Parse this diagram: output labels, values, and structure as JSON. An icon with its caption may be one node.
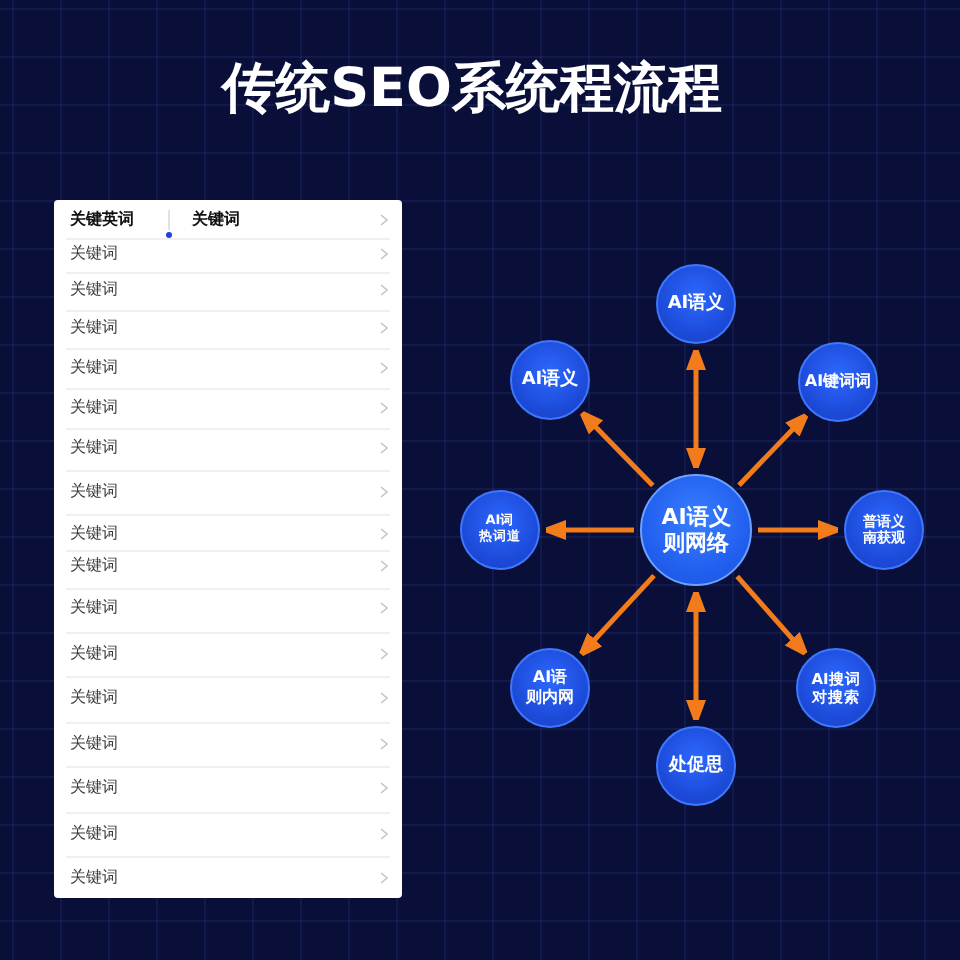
{
  "diagram": {
    "title": "传统SEO系统程流程",
    "nodes": [
      {
        "text": [
          "AI语义"
        ]
      },
      {
        "text": [
          "AI语义"
        ]
      },
      {
        "text": [
          "AI键词词"
        ]
      },
      {
        "text": [
          "AI词热词道"
        ]
      },
      {
        "text": [
          "AI语义则网络"
        ]
      },
      {
        "text": [
          "普语义南获观"
        ]
      },
      {
        "text": [
          "AI语则内网"
        ]
      },
      {
        "text": [
          "AI搜词对搜索"
        ]
      },
      {
        "text": [
          "处促思"
        ]
      }
    ],
    "edges": [
      {
        "from": 4,
        "to": 0,
        "arrow": "both"
      },
      {
        "from": 4,
        "to": 1,
        "arrow": "to"
      },
      {
        "from": 4,
        "to": 2,
        "arrow": "to"
      },
      {
        "from": 4,
        "to": 3,
        "arrow": "to"
      },
      {
        "from": 4,
        "to": 5,
        "arrow": "to"
      },
      {
        "from": 4,
        "to": 6,
        "arrow": "to"
      },
      {
        "from": 4,
        "to": 7,
        "arrow": "to"
      },
      {
        "from": 4,
        "to": 8,
        "arrow": "both"
      }
    ],
    "labels": [
      "关键英词",
      "关键词",
      "关键词",
      "关键词",
      "关键词",
      "关键词",
      "关键词",
      "关键词",
      "关键词",
      "关键词",
      "关键词",
      "关键词",
      "关键词",
      "关键词",
      "关键词",
      "关键词",
      "关键词",
      "关键词"
    ]
  }
}
